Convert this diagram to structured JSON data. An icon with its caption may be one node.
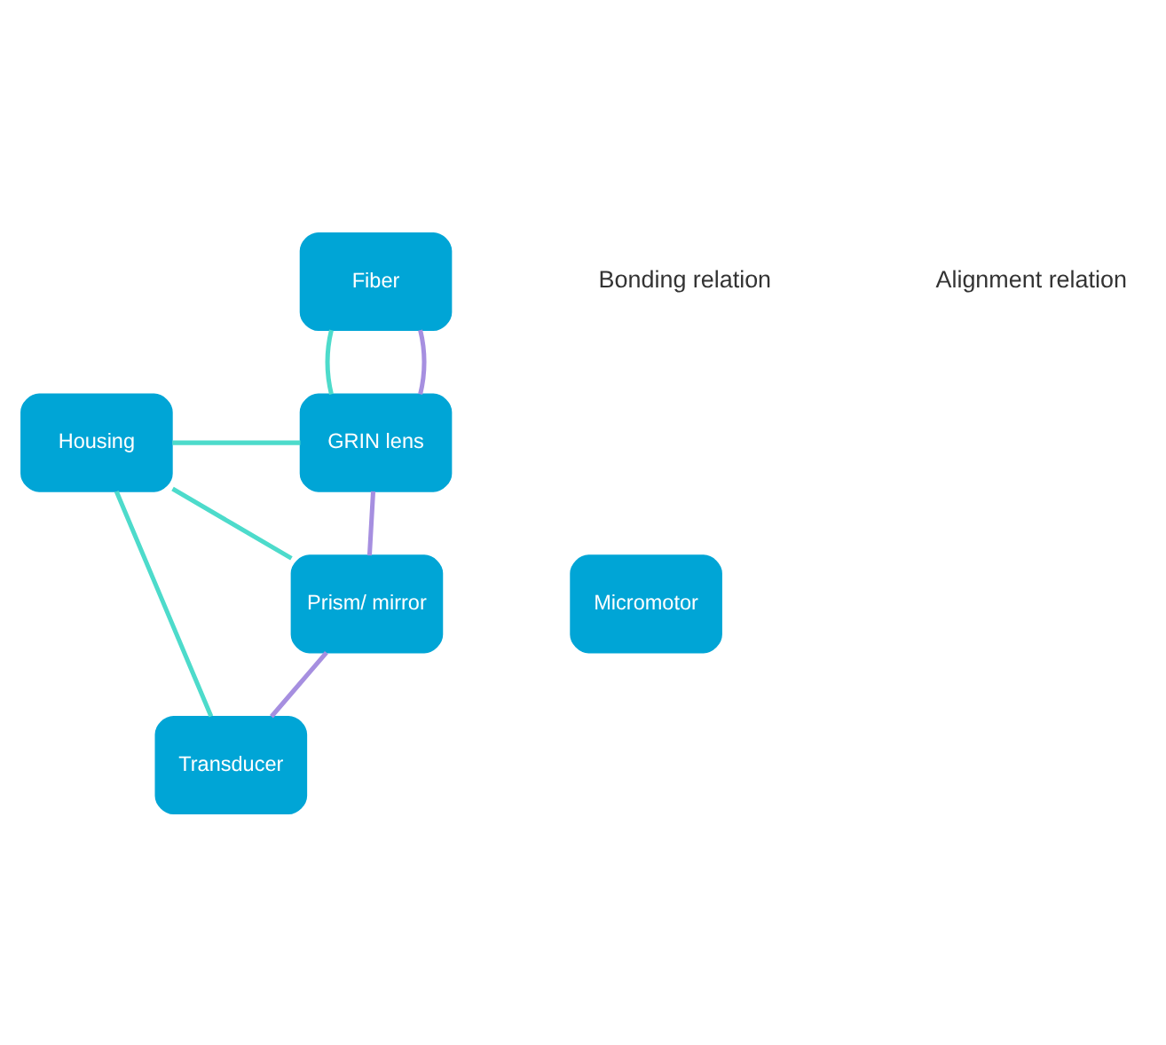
{
  "diagram": {
    "nodes": [
      {
        "text": [
          "Fiber"
        ]
      },
      {
        "text": [
          "Housing"
        ]
      },
      {
        "text": [
          "GRIN lens"
        ]
      },
      {
        "text": [
          "Micromotor"
        ]
      },
      {
        "text": [
          "Prism/ mirror"
        ]
      },
      {
        "text": [
          "Transducer"
        ]
      }
    ],
    "edges": [
      {
        "from": 0,
        "to": 2,
        "arrow": "none"
      },
      {
        "from": 0,
        "to": 2,
        "arrow": "none",
        "color": "#a68fe0"
      },
      {
        "from": 1,
        "to": 2,
        "arrow": "none"
      },
      {
        "from": 1,
        "to": 4,
        "arrow": "none"
      },
      {
        "from": 1,
        "to": 5,
        "arrow": "none"
      },
      {
        "from": 2,
        "to": 4,
        "arrow": "none",
        "color": "#a68fe0"
      },
      {
        "from": 4,
        "to": 5,
        "arrow": "none",
        "color": "#a68fe0"
      }
    ],
    "legend": [
      {
        "text": "Bonding relation"
      },
      {
        "text": "Alignment relation"
      }
    ]
  }
}
